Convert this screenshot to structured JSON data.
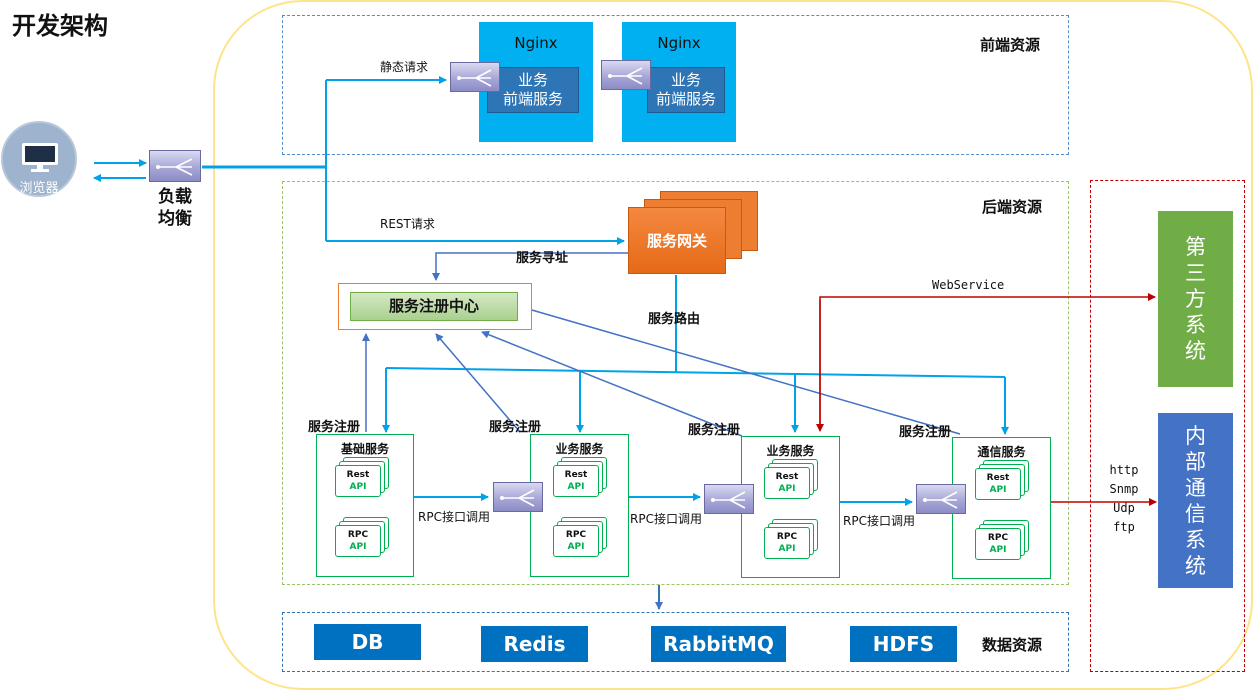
{
  "title": "开发架构",
  "browser": {
    "label": "浏览器"
  },
  "load_balancer": {
    "label_line1": "负载",
    "label_line2": "均衡"
  },
  "frontend": {
    "region_label": "前端资源",
    "static_request_label": "静态请求",
    "nodes": [
      {
        "title": "Nginx",
        "box_line1": "业务",
        "box_line2": "前端服务"
      },
      {
        "title": "Nginx",
        "box_line1": "业务",
        "box_line2": "前端服务"
      }
    ]
  },
  "backend": {
    "region_label": "后端资源",
    "rest_request_label": "REST请求",
    "gateway_label": "服务网关",
    "service_discovery_label": "服务寻址",
    "service_routing_label": "服务路由",
    "registry_label": "服务注册中心",
    "register_label": "服务注册",
    "rpc_label": "RPC接口调用",
    "webservice_label": "WebService",
    "services": [
      {
        "title": "基础服务",
        "rest_l1": "Rest",
        "rest_l2": "API",
        "rpc_l1": "RPC",
        "rpc_l2": "API"
      },
      {
        "title": "业务服务",
        "rest_l1": "Rest",
        "rest_l2": "API",
        "rpc_l1": "RPC",
        "rpc_l2": "API"
      },
      {
        "title": "业务服务",
        "rest_l1": "Rest",
        "rest_l2": "API",
        "rpc_l1": "RPC",
        "rpc_l2": "API"
      },
      {
        "title": "通信服务",
        "rest_l1": "Rest",
        "rest_l2": "API",
        "rpc_l1": "RPC",
        "rpc_l2": "API"
      }
    ]
  },
  "data_resources": {
    "region_label": "数据资源",
    "items": [
      "DB",
      "Redis",
      "RabbitMQ",
      "HDFS"
    ]
  },
  "external": {
    "third_party": "第三方系统",
    "internal": "内部通信系统",
    "protocols": [
      "http",
      "Snmp",
      "Udp",
      "ftp"
    ]
  },
  "colors": {
    "arrow_blue": "#00a2e8",
    "arrow_steel": "#4472c4",
    "arrow_red": "#c00000",
    "third_party_green": "#70ad47",
    "internal_blue": "#4472c4",
    "data_blue": "#0070c0",
    "nginx_cyan": "#00b0f0",
    "gateway_orange": "#ed7d31"
  }
}
